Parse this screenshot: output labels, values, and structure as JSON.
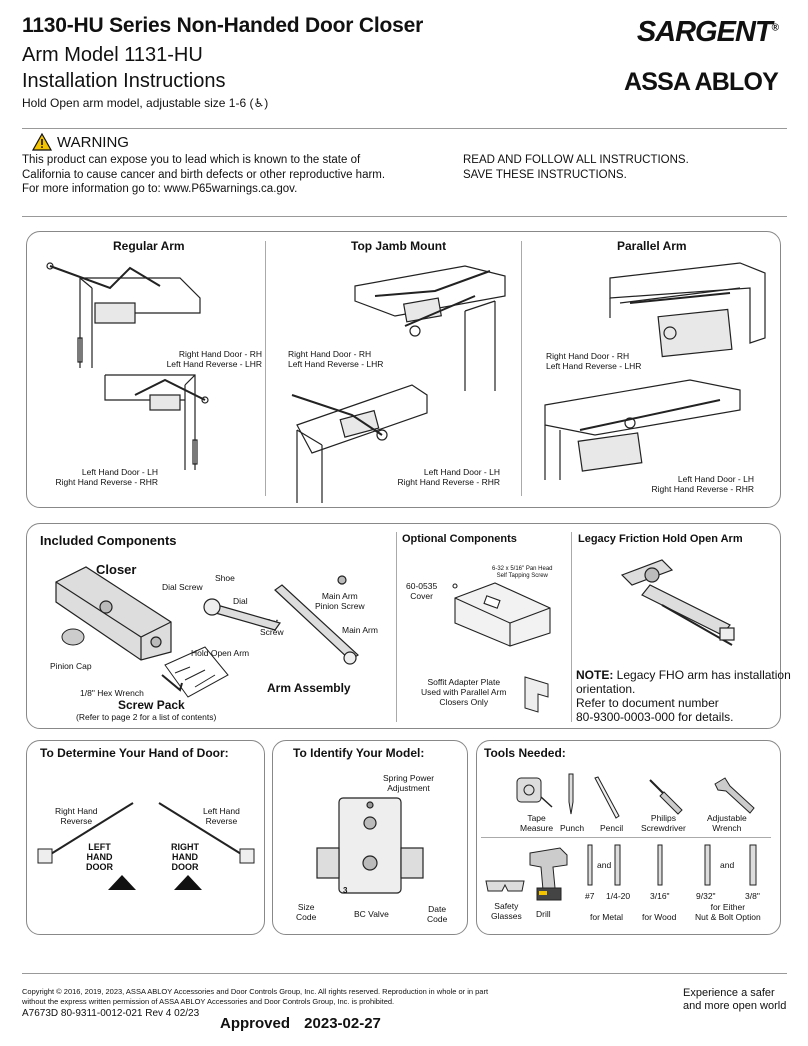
{
  "header": {
    "title_line1": "1130-HU Series Non-Handed Door Closer",
    "title_line2": "Arm Model 1131-HU",
    "title_line3": "Installation Instructions",
    "subtitle": "Hold Open arm model, adjustable size 1-6 (♿)",
    "brand_primary": "SARGENT",
    "brand_reg": "®",
    "brand_secondary": "ASSA ABLOY"
  },
  "warning": {
    "title": "WARNING",
    "line1": "This product can expose you to lead which is known to the state of",
    "line2": "California to cause cancer and birth defects or other reproductive harm.",
    "line3": "For more information go to: www.P65warnings.ca.gov.",
    "read_line1": "READ AND FOLLOW ALL INSTRUCTIONS.",
    "read_line2": "SAVE THESE INSTRUCTIONS."
  },
  "mounting": {
    "regular_title": "Regular Arm",
    "top_jamb_title": "Top Jamb Mount",
    "parallel_title": "Parallel Arm",
    "rh_line1": "Right Hand Door - RH",
    "rh_line2": "Left Hand Reverse - LHR",
    "lh_line1": "Left Hand Door - LH",
    "lh_line2": "Right Hand Reverse - RHR"
  },
  "components": {
    "included_title": "Included Components",
    "closer": "Closer",
    "dial_screw": "Dial Screw",
    "shoe": "Shoe",
    "dial": "Dial",
    "main_arm_pinion_1": "Main Arm",
    "main_arm_pinion_2": "Pinion Screw",
    "set_screw_1": "Set",
    "set_screw_2": "Screw",
    "main_arm": "Main Arm",
    "hold_open_arm": "Hold Open Arm",
    "pinion_cap": "Pinion Cap",
    "hex_wrench": "1/8\" Hex Wrench",
    "arm_assembly": "Arm Assembly",
    "screw_pack": "Screw Pack",
    "screw_pack_note": "(Refer to page 2 for a list of contents)",
    "optional_title": "Optional Components",
    "cover_part": "60-0535",
    "cover": "Cover",
    "screw_spec_1": "6-32 x 5/16\" Pan Head",
    "screw_spec_2": "Self Tapping Screw",
    "soffit_1": "Soffit Adapter Plate",
    "soffit_2": "Used with Parallel Arm",
    "soffit_3": "Closers Only",
    "legacy_title": "Legacy Friction Hold Open Arm",
    "note_label": "NOTE:",
    "note_line1": " Legacy FHO arm has installation",
    "note_line2": "orientation.",
    "note_line3": "Refer to document number",
    "note_line4": "80-9300-0003-000 for details."
  },
  "hand": {
    "title": "To Determine Your Hand of Door:",
    "right_hand_reverse_1": "Right Hand",
    "right_hand_reverse_2": "Reverse",
    "left_hand_reverse_1": "Left Hand",
    "left_hand_reverse_2": "Reverse",
    "left_door_1": "LEFT",
    "left_door_2": "HAND",
    "left_door_3": "DOOR",
    "right_door_1": "RIGHT",
    "right_door_2": "HAND",
    "right_door_3": "DOOR"
  },
  "model": {
    "title": "To Identify Your Model:",
    "spring_1": "Spring Power",
    "spring_2": "Adjustment",
    "size_1": "Size",
    "size_2": "Code",
    "size_digit": "3",
    "bc_valve": "BC Valve",
    "date_1": "Date",
    "date_2": "Code"
  },
  "tools": {
    "title": "Tools Needed:",
    "tape_1": "Tape",
    "tape_2": "Measure",
    "punch": "Punch",
    "pencil": "Pencil",
    "philips_1": "Philips",
    "philips_2": "Screwdriver",
    "wrench_1": "Adjustable",
    "wrench_2": "Wrench",
    "glasses_1": "Safety",
    "glasses_2": "Glasses",
    "drill": "Drill",
    "and": "and",
    "bit7": "#7",
    "tap": "1/4-20",
    "for_metal": "for Metal",
    "bit316": "3/16\"",
    "for_wood": "for Wood",
    "bit932": "9/32\"",
    "bit38": "3/8\"",
    "for_either_1": "for Either",
    "for_either_2": "Nut & Bolt Option"
  },
  "footer": {
    "copyright_1": "Copyright © 2016, 2019, 2023, ASSA ABLOY Accessories and Door Controls Group, Inc. All rights reserved. Reproduction in whole or in part",
    "copyright_2": "without the express written permission of ASSA ABLOY Accessories and Door Controls Group, Inc. is prohibited.",
    "doc_id": "A7673D   80-9311-0012-021  Rev 4  02/23",
    "tagline_1": "Experience a safer",
    "tagline_2": "and more open world",
    "approved": "Approved 2023-02-27"
  }
}
